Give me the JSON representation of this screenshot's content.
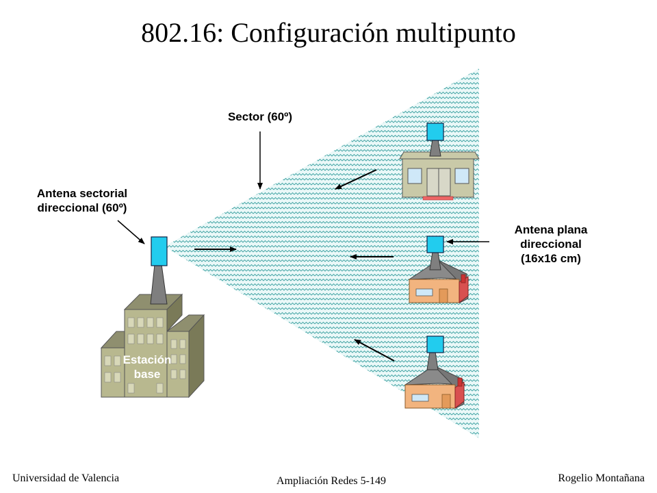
{
  "title": "802.16: Configuración multipunto",
  "labels": {
    "sector": "Sector (60º)",
    "sectorial_antenna": [
      "Antena sectorial",
      "direccional (60º)"
    ],
    "flat_antenna": [
      "Antena plana",
      "direccional",
      "(16x16 cm)"
    ],
    "base_station": [
      "Estación",
      "base"
    ]
  },
  "footer": {
    "left": "Universidad de Valencia",
    "center": "Ampliación Redes 5-149",
    "right": "Rogelio Montañana"
  },
  "colors": {
    "antenna": "#22ccee",
    "mast": "#7f7f7f",
    "building": "#b8b88f",
    "house": "#f2b47f",
    "roof": "#888888",
    "sector_fill": "#eaf8f8",
    "sector_wave": "#3aa0a0"
  }
}
